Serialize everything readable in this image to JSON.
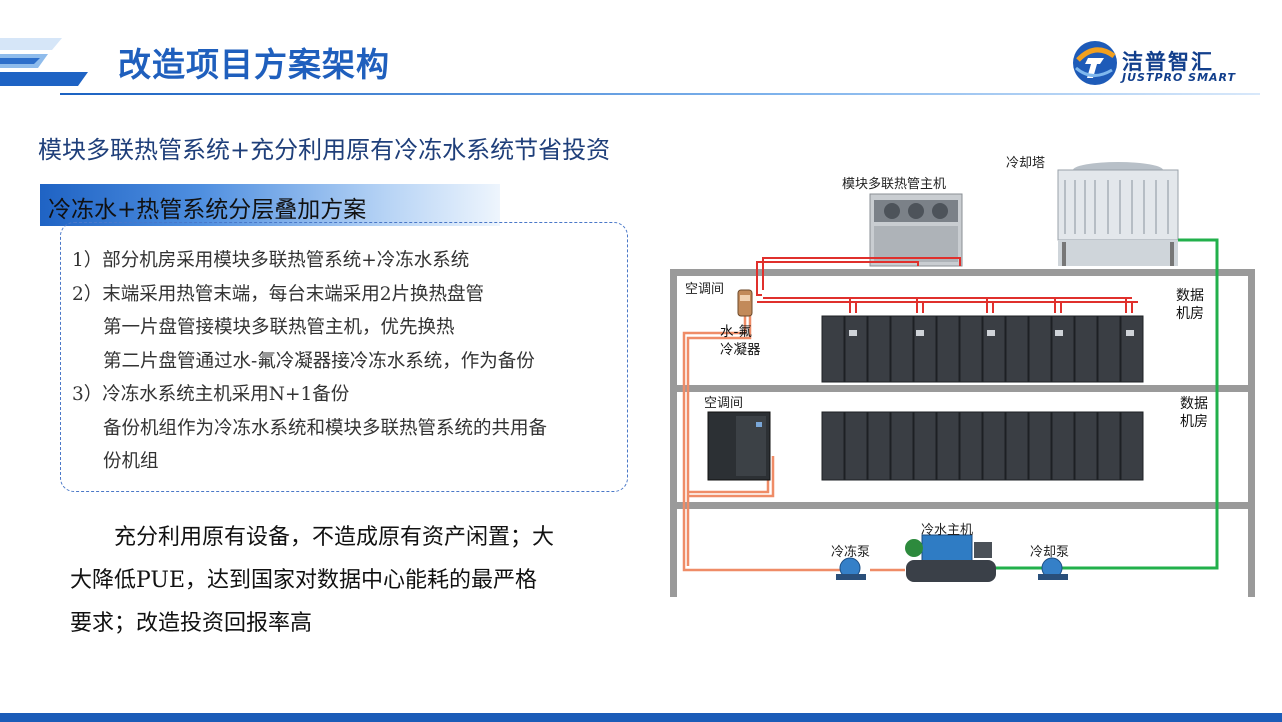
{
  "header": {
    "title": "改造项目方案架构",
    "brand": {
      "name_cn": "洁普智汇",
      "name_en": "JUSTPRO SMART"
    }
  },
  "subtitle": "模块多联热管系统+充分利用原有冷冻水系统节省投资",
  "section": {
    "label": "冷冻水+热管系统分层叠加方案",
    "items": [
      "1）部分机房采用模块多联热管系统+冷冻水系统",
      "2）末端采用热管末端，每台末端采用2片换热盘管",
      "第一片盘管接模块多联热管主机，优先换热",
      "第二片盘管通过水-氟冷凝器接冷冻水系统，作为备份",
      "3）冷冻水系统主机采用N+1备份",
      "备份机组作为冷冻水系统和模块多联热管系统的共用备",
      "份机组"
    ]
  },
  "conclusion": {
    "lines": [
      "充分利用原有设备，不造成原有资产闲置；大",
      "大降低PUE，达到国家对数据中心能耗的最严格",
      "要求；改造投资回报率高"
    ]
  },
  "diagram": {
    "labels": {
      "heat_pipe_host": "模块多联热管主机",
      "cooling_tower": "冷却塔",
      "ac_room_1": "空调间",
      "condenser": "水-氟\n冷凝器",
      "data_room_1": "数据\n机房",
      "ac_room_2": "空调间",
      "data_room_2": "数据\n机房",
      "chiller": "冷水主机",
      "chilled_pump": "冷冻泵",
      "cooling_pump": "冷却泵"
    },
    "colors": {
      "red_pipe": "#e0302c",
      "green_pipe": "#22b04b",
      "orange_pipe": "#ef8c67",
      "cabinet": "#3a3e44"
    }
  }
}
